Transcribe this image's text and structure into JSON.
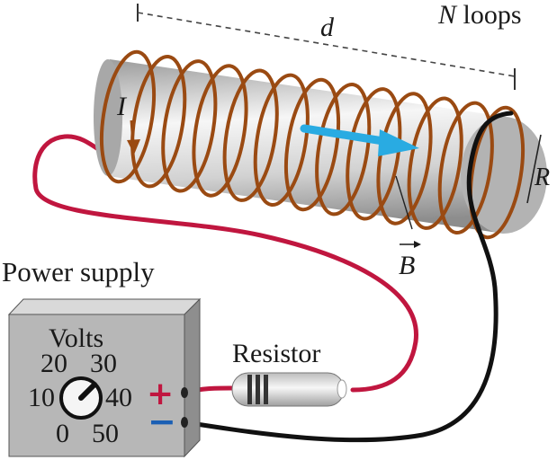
{
  "labels": {
    "length": "d",
    "loops_n": "N",
    "loops_word": " loops",
    "current": "I",
    "radius": "R",
    "field": "B",
    "power_supply": "Power supply",
    "volts": "Volts",
    "resistor": "Resistor",
    "plus": "+",
    "minus": "−"
  },
  "dial": {
    "ticks": [
      "0",
      "10",
      "20",
      "30",
      "40",
      "50"
    ]
  },
  "solenoid": {
    "visible_turns": 13
  },
  "colors": {
    "coil": "#9a4a12",
    "cylinder_light": "#f4f4f4",
    "cylinder_dark": "#9c9c9c",
    "end_cap": "#b3b3b3",
    "red_wire": "#c0163f",
    "black_wire": "#111111",
    "field_arrow": "#29abe2",
    "box_front": "#b7b7b7",
    "box_top": "#d9d9d9",
    "box_side": "#8e8e8e",
    "plus_sign": "#c0163f",
    "minus_sign": "#1a5fb4",
    "resistor_body": "#e9e9e9",
    "resistor_bands": "#333333"
  }
}
